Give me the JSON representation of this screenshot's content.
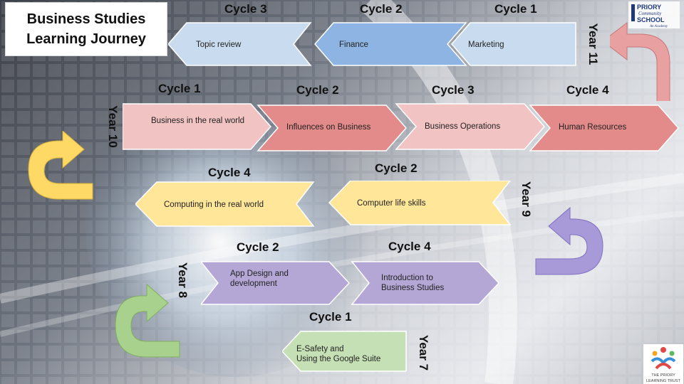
{
  "title": {
    "line1": "Business Studies",
    "line2": "Learning Journey"
  },
  "year11": {
    "label": "Year 11",
    "cycles": [
      {
        "cycle": "Cycle 3",
        "topic": "Topic review"
      },
      {
        "cycle": "Cycle 2",
        "topic": "Finance"
      },
      {
        "cycle": "Cycle 1",
        "topic": "Marketing"
      }
    ]
  },
  "year10": {
    "label": "Year 10",
    "cycles": [
      {
        "cycle": "Cycle 1",
        "topic": "Business in the real world"
      },
      {
        "cycle": "Cycle 2",
        "topic": "Influences on Business"
      },
      {
        "cycle": "Cycle 3",
        "topic": "Business Operations"
      },
      {
        "cycle": "Cycle 4",
        "topic": "Human Resources"
      }
    ]
  },
  "year9": {
    "label": "Year 9",
    "cycles": [
      {
        "cycle": "Cycle 4",
        "topic": "Computing in the real world"
      },
      {
        "cycle": "Cycle 2",
        "topic": "Computer life skills"
      }
    ]
  },
  "year8": {
    "label": "Year 8",
    "cycles": [
      {
        "cycle": "Cycle 2",
        "topic_line1": "App Design and",
        "topic_line2": "development"
      },
      {
        "cycle": "Cycle 4",
        "topic_line1": "Introduction to",
        "topic_line2": "Business Studies"
      }
    ]
  },
  "year7": {
    "label": "Year 7",
    "cycles": [
      {
        "cycle": "Cycle 1",
        "topic_line1": "E-Safety and",
        "topic_line2": "Using the Google Suite"
      }
    ]
  },
  "logos": {
    "school_line1": "PRIORY",
    "school_line2": "Community",
    "school_line3": "SCHOOL",
    "school_line4": "An Academy",
    "trust_line1": "THE PRIORY",
    "trust_line2": "LEARNING TRUST"
  },
  "colors": {
    "year11": "#c9dcef",
    "year11_mid": "#8db4e2",
    "year10": "#f2c3c3",
    "year10_dark": "#e38a8a",
    "year9": "#ffe699",
    "year8": "#b4a7d6",
    "year7": "#c5e0b4",
    "arrow_red": "#e8a0a0",
    "arrow_yellow": "#ffd966",
    "arrow_purple": "#a89ad8",
    "arrow_green": "#a9d18e"
  },
  "icons": [
    "u-turn-arrow-icon",
    "school-logo-icon",
    "trust-logo-icon"
  ]
}
